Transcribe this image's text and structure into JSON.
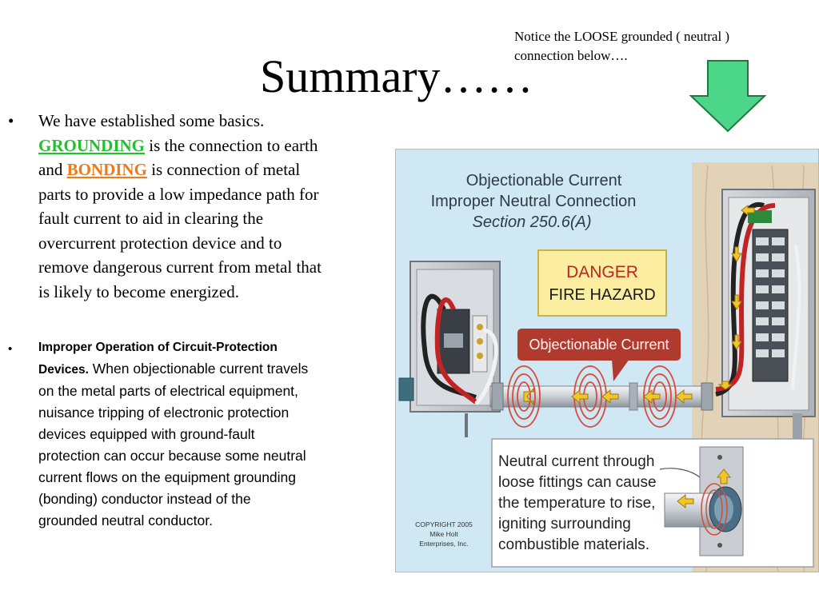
{
  "note": {
    "line1": "Notice the LOOSE grounded ( neutral )",
    "line2": "connection below…."
  },
  "title": "Summary……",
  "bullet1": {
    "mark": "•",
    "line1": "We have established some basics.",
    "grounding": "GROUNDING",
    "line2_rest": " is the connection to earth",
    "line3_pre": "and ",
    "bonding": "BONDING",
    "line3_rest": " is connection of metal",
    "line4": "parts to provide a low impedance path for",
    "line5": "fault current to aid in clearing the",
    "line6": "overcurrent protection device and to",
    "line7": "remove dangerous current from metal that",
    "line8": "is likely to become energized."
  },
  "bullet2": {
    "mark": "•",
    "heading1": "Improper Operation of Circuit-Protection",
    "heading2": "Devices.",
    "line2_rest": " When objectionable current travels",
    "line3": "on the metal parts of electrical equipment,",
    "line4": "nuisance tripping of electronic protection",
    "line5": "devices equipped with ground-fault",
    "line6": "protection can occur because some neutral",
    "line7": "current flows on the equipment grounding",
    "line8": "(bonding) conductor instead of the",
    "line9": "grounded neutral conductor."
  },
  "figure": {
    "title1": "Objectionable Current",
    "title2": "Improper Neutral Connection",
    "title3": "Section 250.6(A)",
    "danger1": "DANGER",
    "danger2": "FIRE  HAZARD",
    "callout": "Objectionable Current",
    "inset1": "Neutral current through",
    "inset2": "loose fittings can cause",
    "inset3": "the temperature to rise,",
    "inset4": "igniting surrounding",
    "inset5": "combustible materials.",
    "copy1": "COPYRIGHT 2005",
    "copy2": "Mike Holt",
    "copy3": "Enterprises, Inc.",
    "colors": {
      "background": "#cfe8f3",
      "wood": "#e2d3b8",
      "danger_box": "#fbeea0",
      "callout": "#b03a2e",
      "arrow": "#f2c629"
    }
  },
  "colors": {
    "grounding": "#22c02a",
    "bonding": "#f07a1a",
    "down_arrow": "#4cd68a"
  }
}
